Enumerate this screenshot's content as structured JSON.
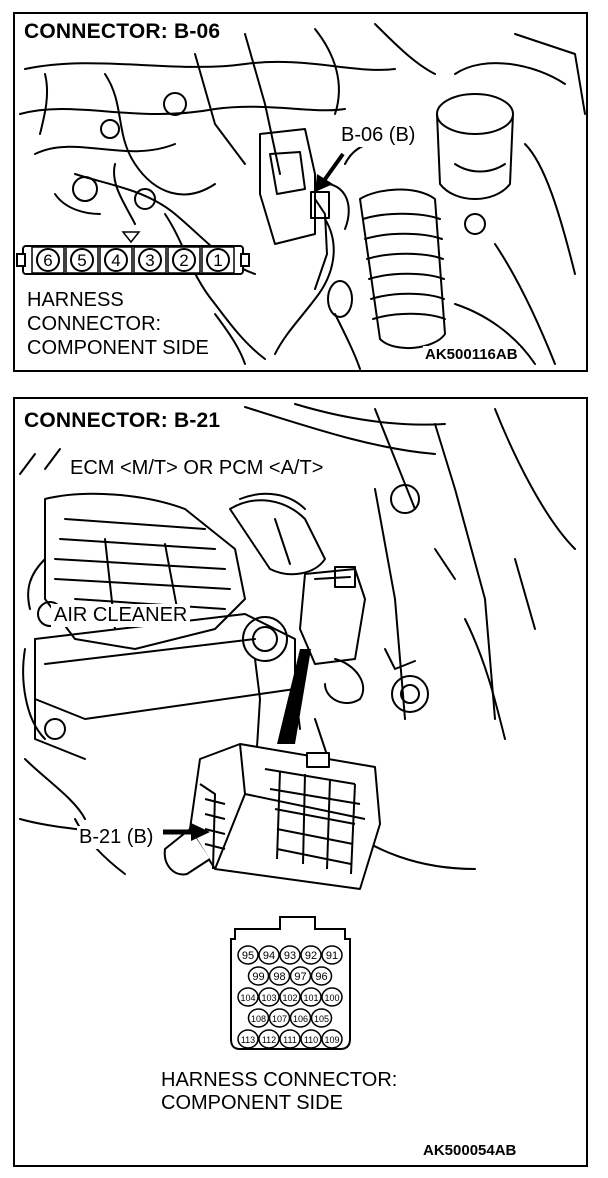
{
  "panel_top": {
    "title": "CONNECTOR: B-06",
    "callout": "B-06 (B)",
    "pins": [
      "6",
      "5",
      "4",
      "3",
      "2",
      "1"
    ],
    "harness_line1": "HARNESS",
    "harness_line2": "CONNECTOR:",
    "harness_line3": "COMPONENT SIDE",
    "figure_code": "AK500116AB"
  },
  "panel_bottom": {
    "title": "CONNECTOR: B-21",
    "ecm_label": "ECM <M/T> OR PCM <A/T>",
    "air_cleaner_label": "AIR CLEANER",
    "callout": "B-21 (B)",
    "pin_rows": [
      [
        "95",
        "94",
        "93",
        "92",
        "91"
      ],
      [
        "99",
        "98",
        "97",
        "96"
      ],
      [
        "104",
        "103",
        "102",
        "101",
        "100"
      ],
      [
        "108",
        "107",
        "106",
        "105"
      ],
      [
        "113",
        "112",
        "111",
        "110",
        "109"
      ]
    ],
    "harness_line1": "HARNESS CONNECTOR:",
    "harness_line2": "COMPONENT SIDE",
    "figure_code": "AK500054AB"
  }
}
